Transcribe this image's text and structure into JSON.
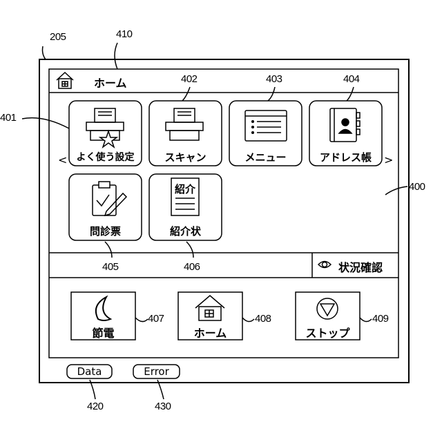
{
  "refs": {
    "outer_frame": "205",
    "screen": "410",
    "favorites_ref": "401",
    "scan_ref": "402",
    "menu_ref": "403",
    "address_ref": "404",
    "panel_ref": "400",
    "monshin_ref": "405",
    "shokai_ref": "406",
    "power_save_ref": "407",
    "home_ref": "408",
    "stop_ref": "409",
    "data_ref": "420",
    "error_ref": "430"
  },
  "header": {
    "title": "ホーム",
    "icon": "home-icon"
  },
  "tiles": [
    {
      "label": "よく使う設定",
      "icon": "printer-star-icon"
    },
    {
      "label": "スキャン",
      "icon": "scanner-icon"
    },
    {
      "label": "メニュー",
      "icon": "menu-list-icon"
    },
    {
      "label": "アドレス帳",
      "icon": "address-book-icon"
    },
    {
      "label": "問診票",
      "icon": "clipboard-pen-icon"
    },
    {
      "label": "紹介状",
      "icon": "referral-letter-icon",
      "icon_text": "紹介"
    }
  ],
  "nav": {
    "prev": "<",
    "next": ">"
  },
  "status": {
    "label": "状況確認",
    "icon": "eye-icon"
  },
  "bottom_buttons": [
    {
      "label": "節電",
      "icon": "moon-icon"
    },
    {
      "label": "ホーム",
      "icon": "home-icon"
    },
    {
      "label": "ストップ",
      "icon": "stop-icon"
    }
  ],
  "pills": {
    "data": "Data",
    "error": "Error"
  }
}
